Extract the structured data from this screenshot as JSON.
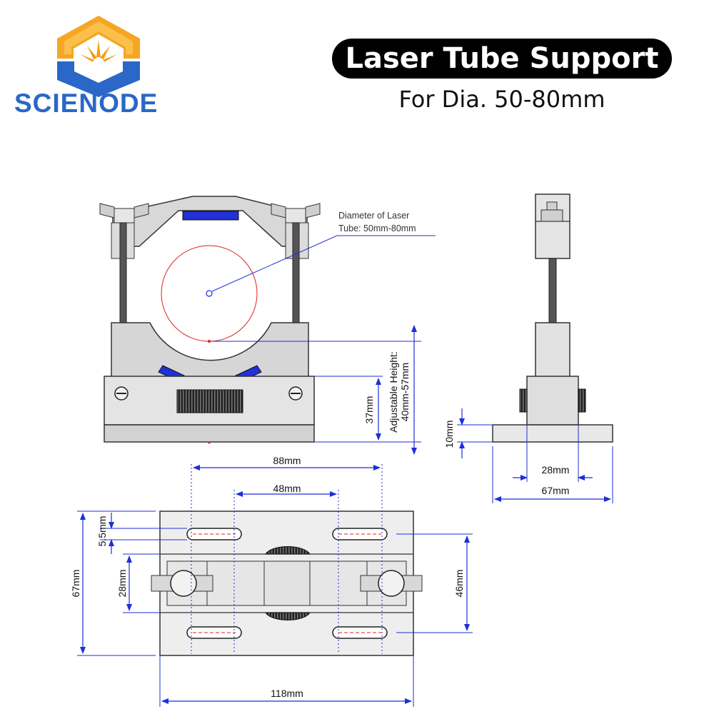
{
  "header": {
    "brand": "SCIENODE",
    "title": "Laser Tube Support",
    "subtitle": "For Dia. 50-80mm"
  },
  "callout": {
    "line1": "Diameter of Laser",
    "line2": "Tube: 50mm-80mm"
  },
  "dimensions": {
    "height_37": "37mm",
    "adjustable_line1": "Adjustable  Height:",
    "adjustable_line2": "40mm-57mm",
    "side_10": "10mm",
    "side_28": "28mm",
    "side_67": "67mm",
    "top_88": "88mm",
    "top_48": "48mm",
    "left_5_5": "5.5mm",
    "left_67": "67mm",
    "left_28": "28mm",
    "right_46": "46mm",
    "bottom_118": "118mm"
  },
  "colors": {
    "dimension_blue": "#1e2fd6",
    "circle_red": "#e02020",
    "brand_blue": "#2a67c8",
    "logo_orange": "#f5a623"
  }
}
